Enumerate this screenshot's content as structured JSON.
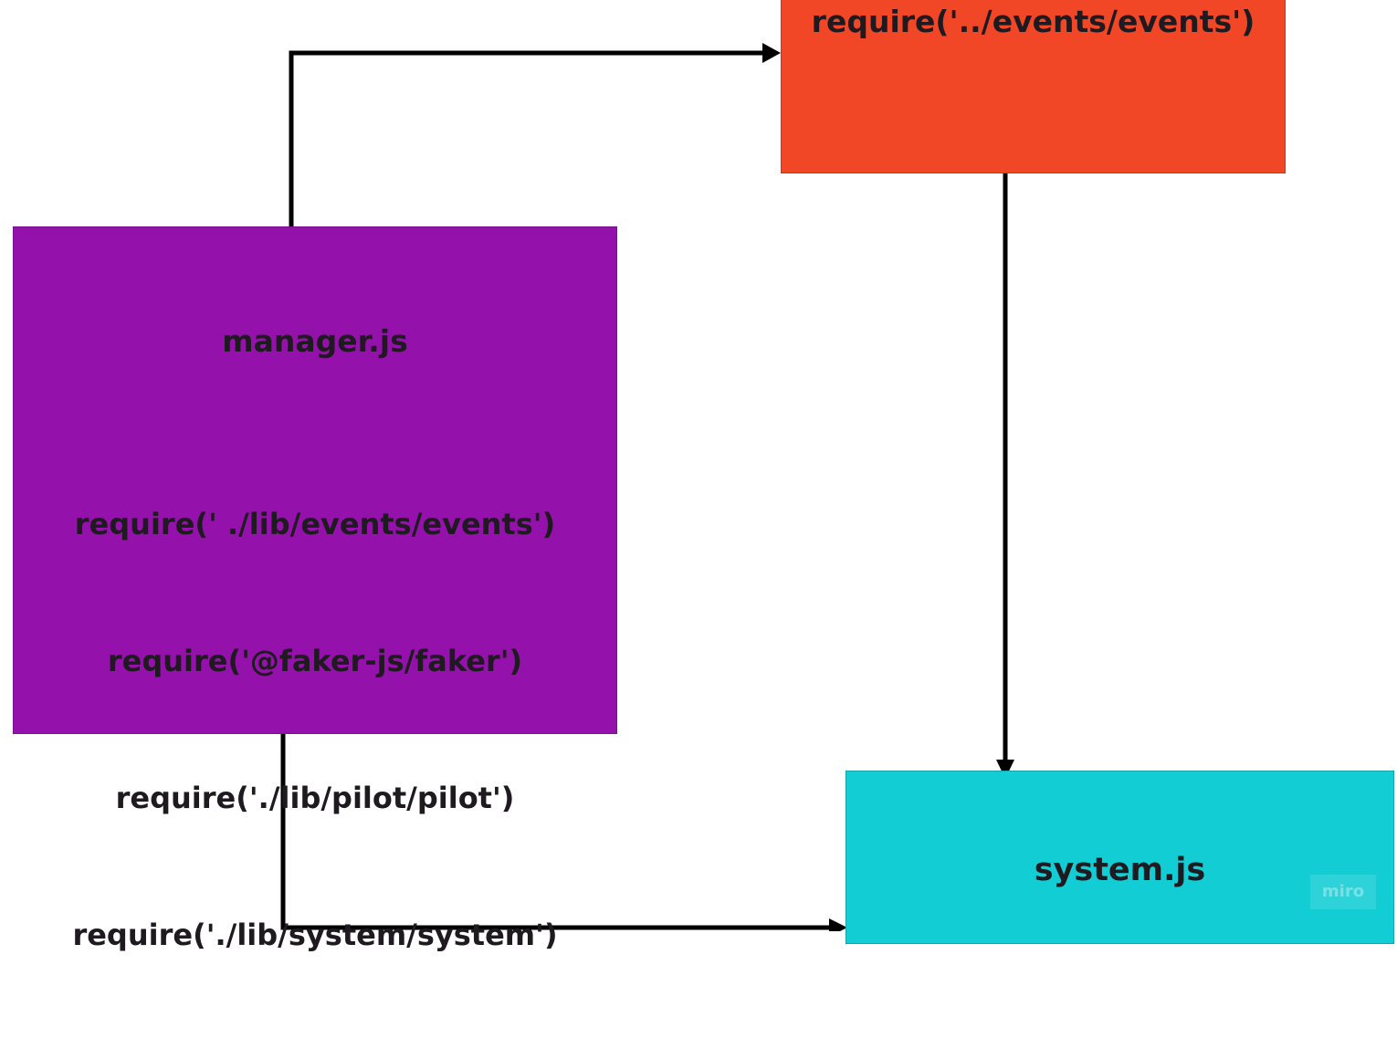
{
  "diagram": {
    "nodes": {
      "manager": {
        "title": "manager.js",
        "lines": [
          "require(' ./lib/events/events')",
          "require('@faker-js/faker')",
          "require('./lib/pilot/pilot')",
          "require('./lib/system/system')"
        ],
        "color": "#9412ab"
      },
      "events": {
        "label": "require('../events/events')",
        "color": "#f24726"
      },
      "system": {
        "label": "system.js",
        "color": "#12cdd4"
      }
    },
    "edges": [
      {
        "from": "manager",
        "to": "events"
      },
      {
        "from": "events",
        "to": "system"
      },
      {
        "from": "manager",
        "to": "system"
      }
    ],
    "watermark": "miro"
  }
}
